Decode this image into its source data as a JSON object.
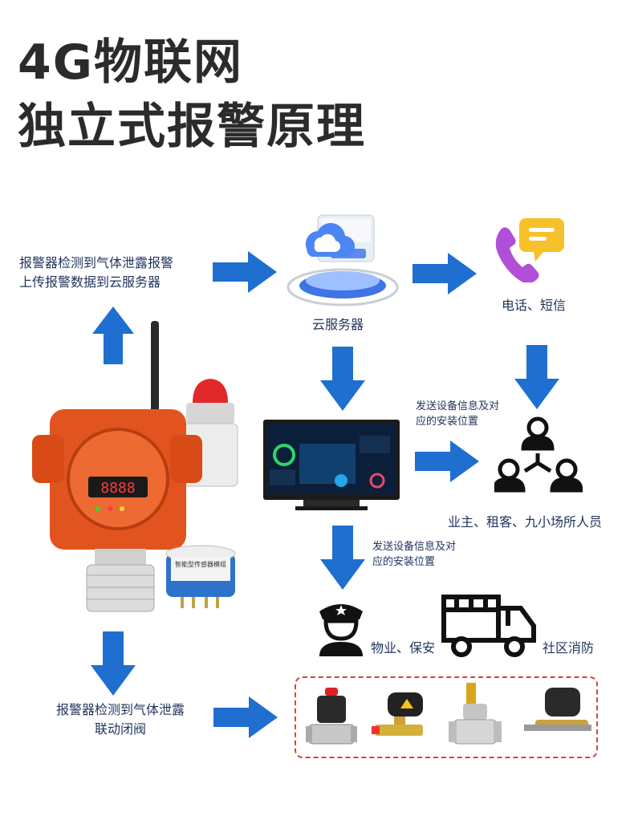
{
  "title": {
    "line1": "4G物联网",
    "line2": "独立式报警原理"
  },
  "labels": {
    "detect_upload_line1": "报警器检测到气体泄露报警",
    "detect_upload_line2": "上传报警数据到云服务器",
    "cloud_server": "云服务器",
    "phone_sms": "电话、短信",
    "send_info_1_line1": "发送设备信息及对",
    "send_info_1_line2": "应的安装位置",
    "send_info_2_line1": "发送设备信息及对",
    "send_info_2_line2": "应的安装位置",
    "people": "业主、租客、九小场所人员",
    "property_security": "物业、保安",
    "community_fire": "社区消防",
    "valve_line1": "报警器检测到气体泄露",
    "valve_line2": "联动闭阀",
    "detector_display": "8888",
    "sensor_label": "智能型传感器模组"
  },
  "icons": [
    "cloud-server-icon",
    "phone-icon",
    "message-icon",
    "people-network-icon",
    "guard-icon",
    "fire-truck-icon",
    "monitor-icon",
    "gas-detector-icon",
    "sensor-module-icon",
    "valve-icon"
  ],
  "colors": {
    "arrow": "#1f6fd1",
    "title": "#2b2b2b",
    "text": "#22345e",
    "detector": "#e2541f",
    "panel_border": "#e0403a"
  }
}
